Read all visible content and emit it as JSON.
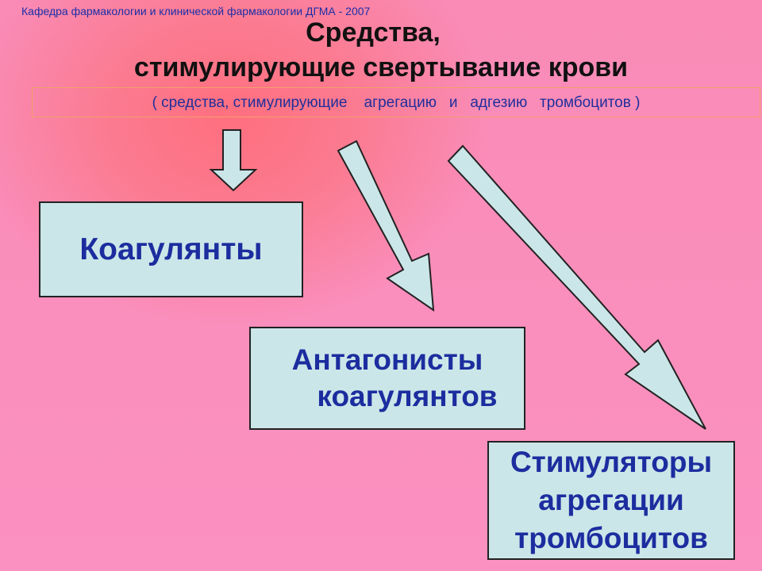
{
  "header": {
    "credit": "Кафедра фармакологии и клинической фармакологии ДГМА - 2007"
  },
  "title": {
    "line1": "Средства,",
    "line2": "стимулирующие   свертывание   крови"
  },
  "subtitle": "( средства, стимулирующие    агрегацию   и   адгезию   тромбоцитов )",
  "boxes": {
    "coagulants": {
      "label": "Коагулянты"
    },
    "antagonists": {
      "line1": "Антагонисты",
      "line2": "коагулянтов"
    },
    "stimulators": {
      "line1": "Стимуляторы",
      "line2": "агрегации",
      "line3": "тромбоцитов"
    }
  },
  "colors": {
    "background": "#fa8fbf",
    "box_fill": "#cbe6e8",
    "box_text": "#1c2d9f",
    "arrow_fill": "#cbe6e8"
  }
}
